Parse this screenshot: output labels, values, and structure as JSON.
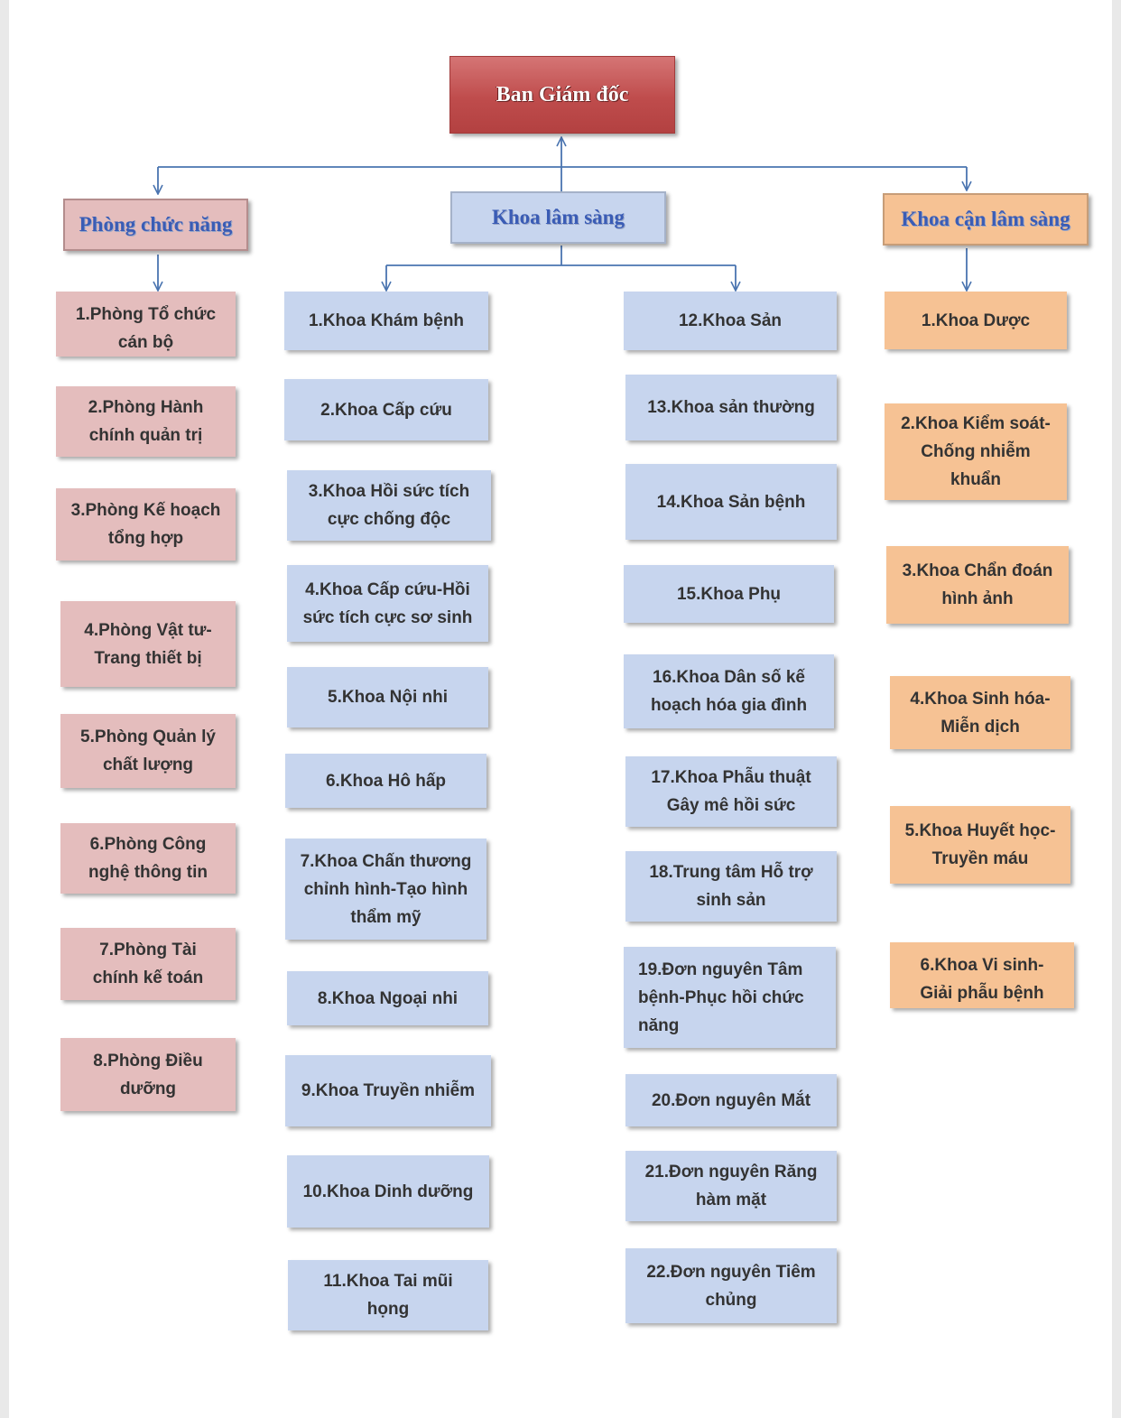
{
  "top": "Ban Giám đốc",
  "groups": {
    "functional": "Phòng chức năng",
    "clinical": "Khoa lâm sàng",
    "paraclinical": "Khoa cận lâm sàng"
  },
  "functional_units": [
    "1.Phòng Tổ chức cán bộ",
    "2.Phòng Hành chính quản trị",
    "3.Phòng Kế hoạch tổng hợp",
    "4.Phòng Vật tư-Trang thiết bị",
    "5.Phòng Quản lý chất lượng",
    "6.Phòng Công nghệ thông tin",
    "7.Phòng Tài chính kế toán",
    "8.Phòng Điều dưỡng"
  ],
  "clinical_left": [
    "1.Khoa Khám bệnh",
    "2.Khoa Cấp cứu",
    "3.Khoa Hồi sức tích cực chống độc",
    "4.Khoa Cấp cứu-Hồi sức tích cực sơ sinh",
    "5.Khoa Nội nhi",
    "6.Khoa Hô hấp",
    "7.Khoa Chấn thương chỉnh hình-Tạo hình thẩm mỹ",
    "8.Khoa Ngoại nhi",
    "9.Khoa Truyền nhiễm",
    "10.Khoa Dinh dưỡng",
    "11.Khoa Tai mũi họng"
  ],
  "clinical_right": [
    "12.Khoa Sản",
    "13.Khoa sản thường",
    "14.Khoa Sản bệnh",
    "15.Khoa Phụ",
    "16.Khoa Dân số kế hoạch hóa gia đình",
    "17.Khoa Phẫu thuật Gây mê hồi sức",
    "18.Trung tâm Hỗ trợ sinh sản",
    "19.Đơn nguyên Tâm bệnh-Phục hồi chức năng",
    "20.Đơn nguyên Mắt",
    "21.Đơn nguyên Răng hàm mặt",
    "22.Đơn nguyên Tiêm chủng"
  ],
  "paraclinical_units": [
    "1.Khoa Dược",
    "2.Khoa Kiểm soát-Chống nhiễm khuẩn",
    "3.Khoa Chẩn đoán hình ảnh",
    "4.Khoa Sinh hóa-Miễn dịch",
    "5.Khoa Huyết học-Truyền máu",
    "6.Khoa Vi sinh-Giải phẫu bệnh"
  ],
  "colors": {
    "connector": "#4a74b0",
    "functional": "#e4bdbd",
    "clinical": "#c7d5ee",
    "paraclinical": "#f6c294",
    "top": "#bf4c4c"
  }
}
